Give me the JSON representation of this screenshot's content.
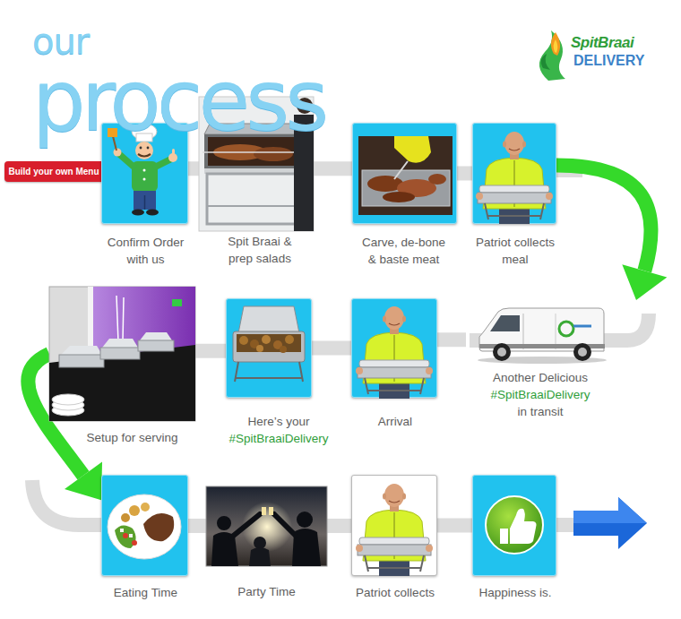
{
  "diagram": {
    "title": "our process",
    "nodes": [
      {
        "text": [
          "Build your own Menu"
        ]
      },
      {
        "text": [
          "Confirm Order with us"
        ]
      },
      {
        "text": [
          "Spit Braai & prep salads"
        ]
      },
      {
        "text": [
          "Carve, de-bone & baste meat"
        ]
      },
      {
        "text": [
          "Patriot collects meal"
        ]
      },
      {
        "text": [
          "Another Delicious",
          "#SpitBraaiDelivery",
          "in transit"
        ]
      },
      {
        "text": [
          "Arrival"
        ]
      },
      {
        "text": [
          "Here’s your",
          "#SpitBraaiDelivery"
        ]
      },
      {
        "text": [
          "Setup for serving"
        ]
      },
      {
        "text": [
          "Eating Time"
        ]
      },
      {
        "text": [
          "Party Time"
        ]
      },
      {
        "text": [
          "Patriot collects"
        ]
      },
      {
        "text": [
          "Happiness is."
        ]
      }
    ],
    "edges": [
      {
        "from": 0,
        "to": 1,
        "arrow": "none"
      },
      {
        "from": 1,
        "to": 2,
        "arrow": "none"
      },
      {
        "from": 2,
        "to": 3,
        "arrow": "none"
      },
      {
        "from": 3,
        "to": 4,
        "arrow": "none"
      },
      {
        "from": 4,
        "to": 5,
        "arrow": "to"
      },
      {
        "from": 5,
        "to": 6,
        "arrow": "none"
      },
      {
        "from": 6,
        "to": 7,
        "arrow": "none"
      },
      {
        "from": 7,
        "to": 8,
        "arrow": "none"
      },
      {
        "from": 8,
        "to": 9,
        "arrow": "to"
      },
      {
        "from": 9,
        "to": 10,
        "arrow": "none"
      },
      {
        "from": 10,
        "to": 11,
        "arrow": "none"
      },
      {
        "from": 11,
        "to": 12,
        "arrow": "none"
      }
    ],
    "labels": [
      "SpitBraai",
      "DELIVERY"
    ]
  }
}
